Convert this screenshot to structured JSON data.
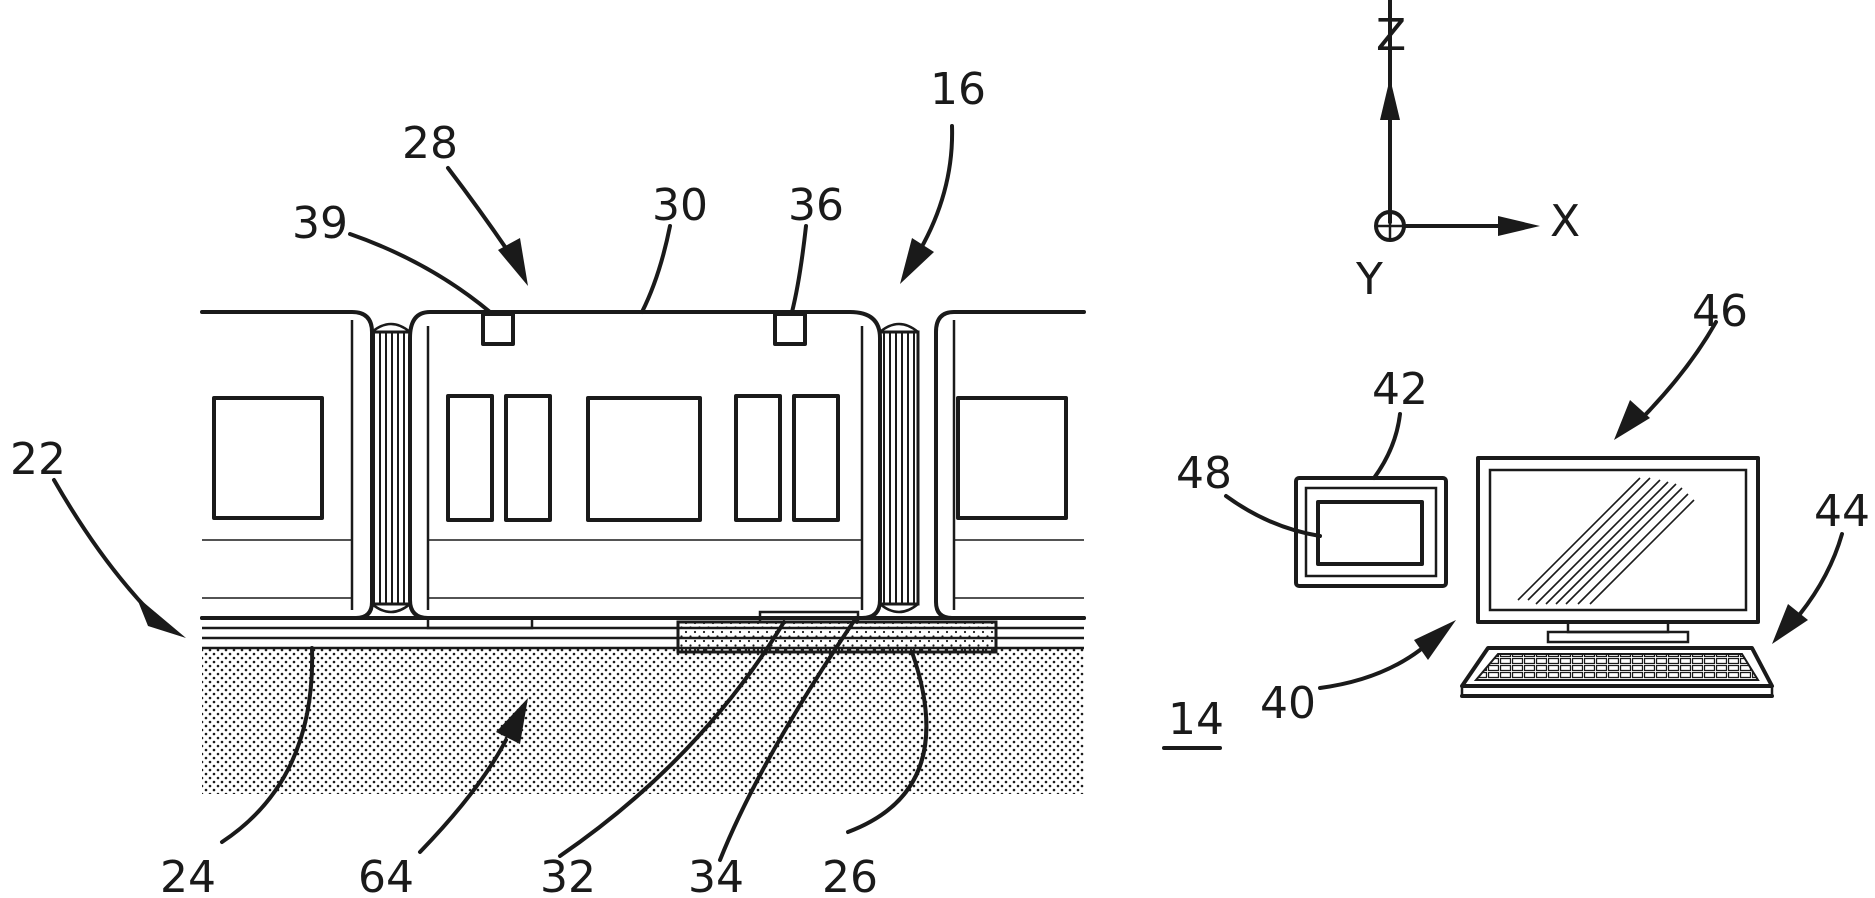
{
  "axes": {
    "z": "Z",
    "x": "X",
    "y": "Y"
  },
  "labels": {
    "ref_14": "14",
    "ref_16": "16",
    "ref_22": "22",
    "ref_24": "24",
    "ref_26": "26",
    "ref_28": "28",
    "ref_30": "30",
    "ref_32": "32",
    "ref_34": "34",
    "ref_36": "36",
    "ref_39": "39",
    "ref_40": "40",
    "ref_42": "42",
    "ref_44": "44",
    "ref_46": "46",
    "ref_48": "48",
    "ref_64": "64"
  }
}
